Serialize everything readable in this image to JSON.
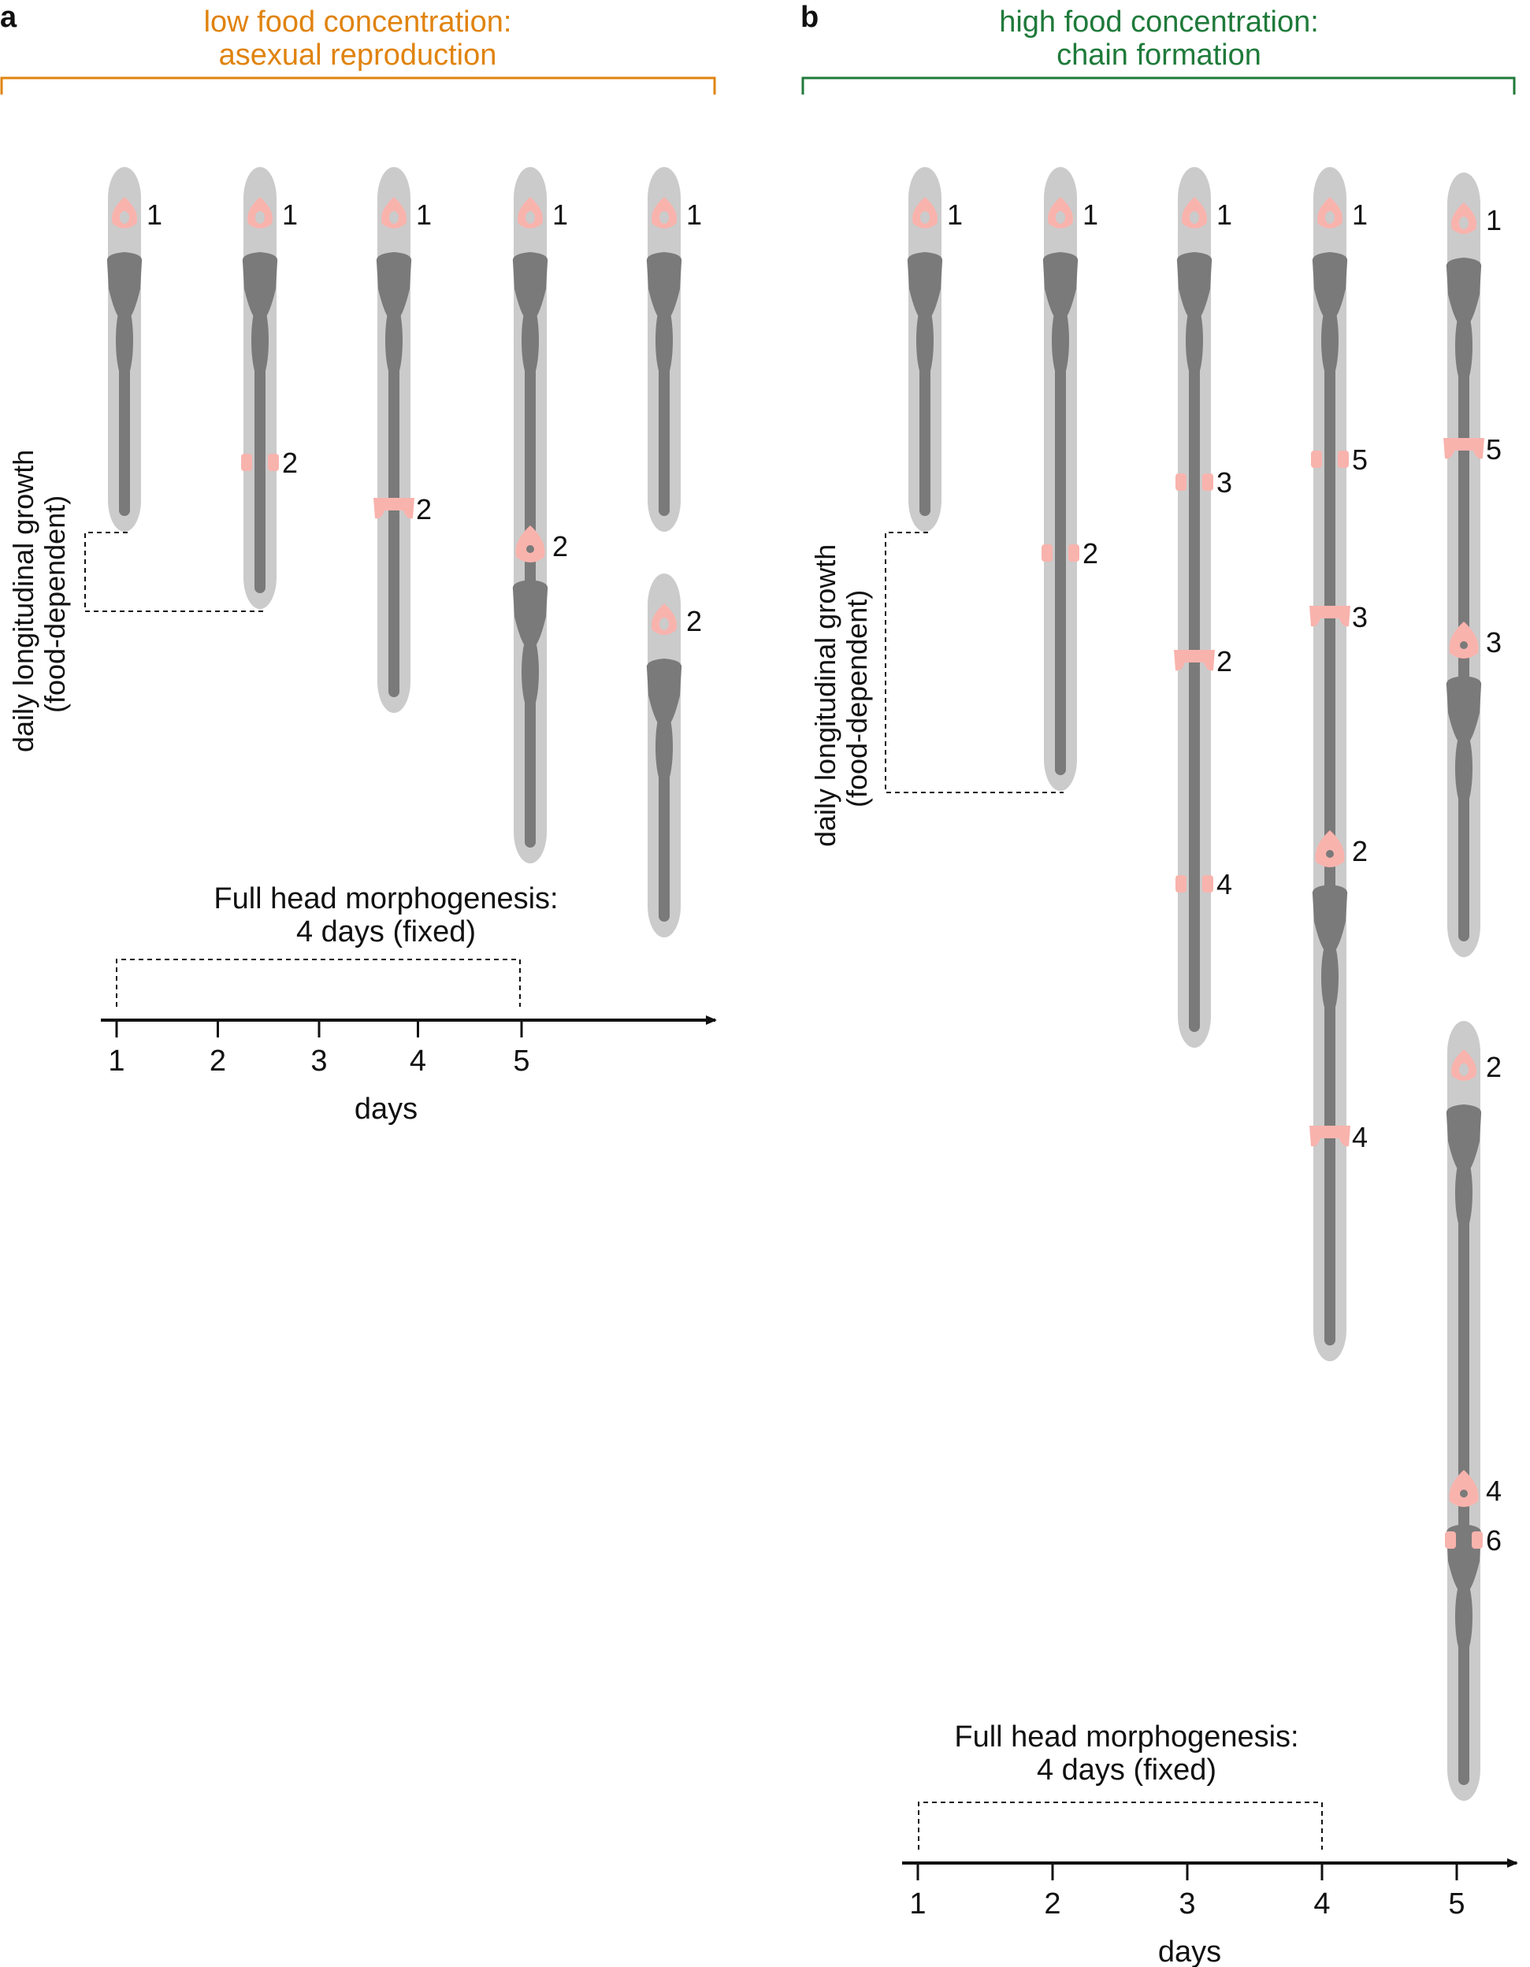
{
  "colors": {
    "body_outer": "#cbcbcb",
    "body_inner": "#7a7a7a",
    "zone": "#f9b3ad",
    "panel_a_accent": "#e0830e",
    "panel_b_accent": "#1f7a3a",
    "ink": "#111111"
  },
  "panels": [
    {
      "letter": "a",
      "title_line1": "low food concentration:",
      "title_line2": "asexual reproduction",
      "growth_label_line1": "daily longitudinal growth",
      "growth_label_line2": "(food-dependent)",
      "morph_label_line1": "Full head morphogenesis:",
      "morph_label_line2": "4 days (fixed)",
      "axis_label": "days",
      "axis_ticks": [
        "1",
        "2",
        "3",
        "4",
        "5"
      ],
      "worms": [
        {
          "day": 1,
          "zones": [
            {
              "label": "1",
              "stage": "head"
            }
          ]
        },
        {
          "day": 2,
          "zones": [
            {
              "label": "1",
              "stage": "head"
            },
            {
              "label": "2",
              "stage": "early"
            }
          ]
        },
        {
          "day": 3,
          "zones": [
            {
              "label": "1",
              "stage": "head"
            },
            {
              "label": "2",
              "stage": "mid"
            }
          ]
        },
        {
          "day": 4,
          "zones": [
            {
              "label": "1",
              "stage": "head"
            },
            {
              "label": "2",
              "stage": "late"
            }
          ]
        },
        {
          "day": 5,
          "zones": [
            {
              "label": "1",
              "stage": "head"
            }
          ]
        },
        {
          "day": 5,
          "zones": [
            {
              "label": "2",
              "stage": "head"
            }
          ]
        }
      ]
    },
    {
      "letter": "b",
      "title_line1": "high food concentration:",
      "title_line2": "chain formation",
      "growth_label_line1": "daily longitudinal growth",
      "growth_label_line2": "(food-dependent)",
      "morph_label_line1": "Full head morphogenesis:",
      "morph_label_line2": "4 days (fixed)",
      "axis_label": "days",
      "axis_ticks": [
        "1",
        "2",
        "3",
        "4",
        "5"
      ],
      "worms": [
        {
          "day": 1,
          "zones": [
            {
              "label": "1",
              "stage": "head"
            }
          ]
        },
        {
          "day": 2,
          "zones": [
            {
              "label": "1",
              "stage": "head"
            },
            {
              "label": "2",
              "stage": "early"
            }
          ]
        },
        {
          "day": 3,
          "zones": [
            {
              "label": "1",
              "stage": "head"
            },
            {
              "label": "3",
              "stage": "early"
            },
            {
              "label": "2",
              "stage": "mid"
            },
            {
              "label": "4",
              "stage": "early"
            }
          ]
        },
        {
          "day": 4,
          "zones": [
            {
              "label": "1",
              "stage": "head"
            },
            {
              "label": "5",
              "stage": "early"
            },
            {
              "label": "3",
              "stage": "mid"
            },
            {
              "label": "2",
              "stage": "late"
            },
            {
              "label": "4",
              "stage": "mid"
            }
          ]
        },
        {
          "day": 5,
          "zones": [
            {
              "label": "1",
              "stage": "head"
            },
            {
              "label": "5",
              "stage": "mid"
            },
            {
              "label": "3",
              "stage": "late"
            }
          ]
        },
        {
          "day": 5,
          "zones": [
            {
              "label": "2",
              "stage": "head"
            },
            {
              "label": "6",
              "stage": "early"
            },
            {
              "label": "4",
              "stage": "late"
            }
          ]
        }
      ]
    }
  ]
}
